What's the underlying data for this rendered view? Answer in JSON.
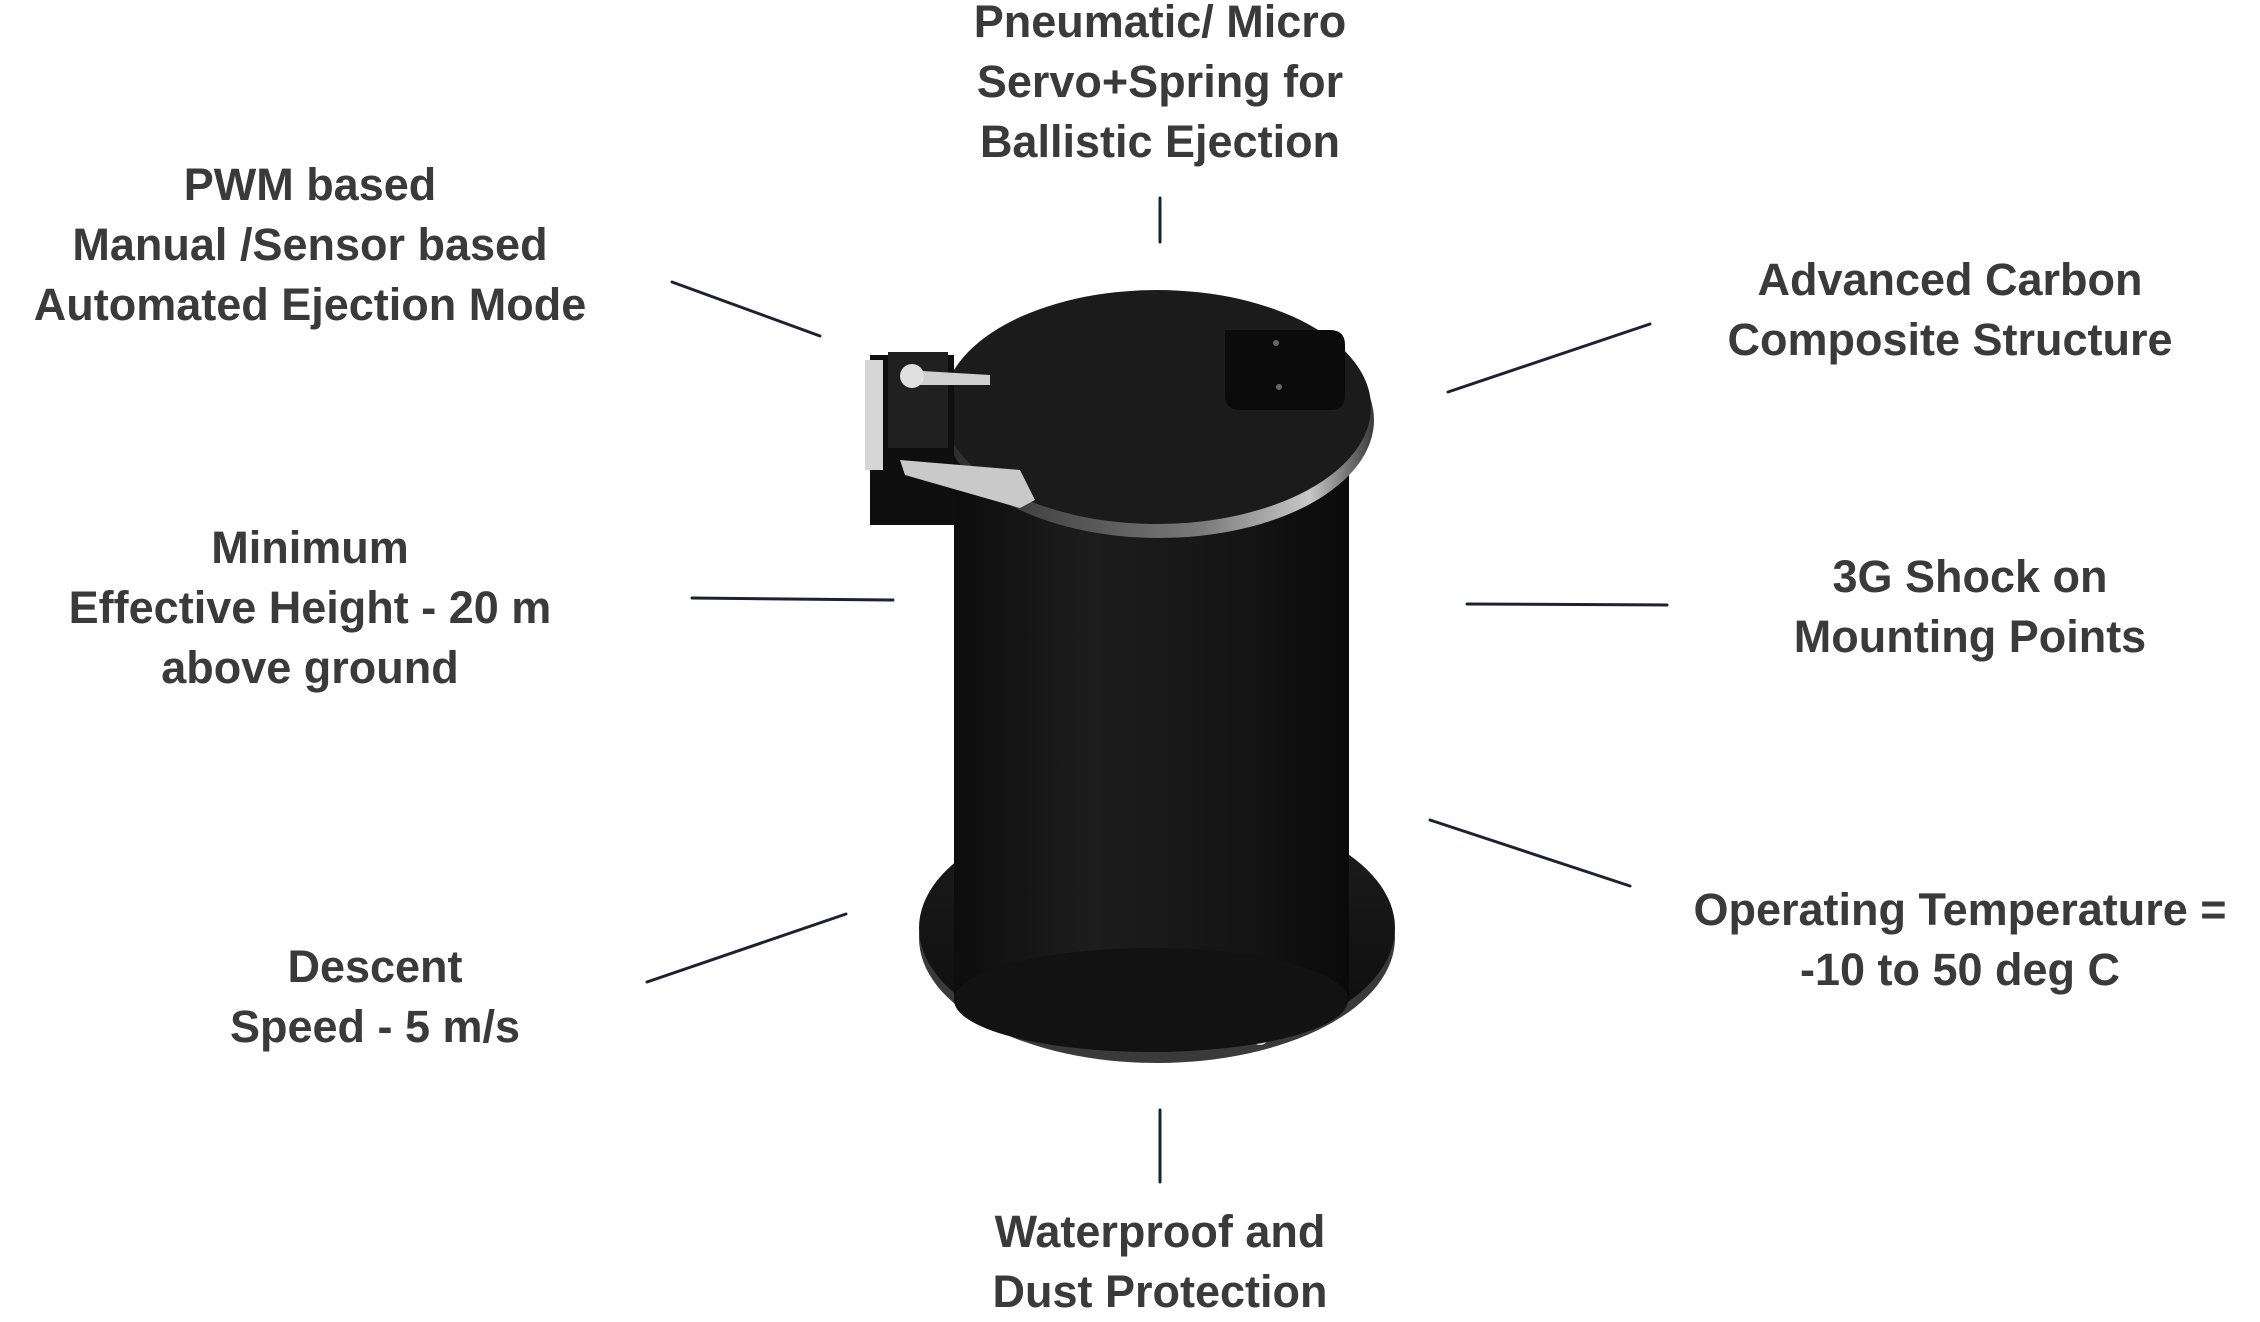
{
  "callouts": {
    "ejection_mechanism": [
      "Pneumatic/ Micro",
      "Servo+Spring for",
      "Ballistic Ejection"
    ],
    "ejection_mode": [
      "PWM based",
      "Manual /Sensor based",
      "Automated Ejection Mode"
    ],
    "structure": [
      "Advanced Carbon",
      "Composite Structure"
    ],
    "min_height": [
      "Minimum",
      "Effective Height - 20 m",
      "above ground"
    ],
    "shock": [
      "3G Shock on",
      "Mounting Points"
    ],
    "descent": [
      "Descent",
      "Speed - 5 m/s"
    ],
    "temperature": [
      "Operating Temperature =",
      "-10 to 50 deg C"
    ],
    "waterproof": [
      "Waterproof and",
      "Dust Protection"
    ]
  },
  "colors": {
    "text": "#3a3a3a",
    "leader": "#1c2233",
    "body": "#151515"
  }
}
